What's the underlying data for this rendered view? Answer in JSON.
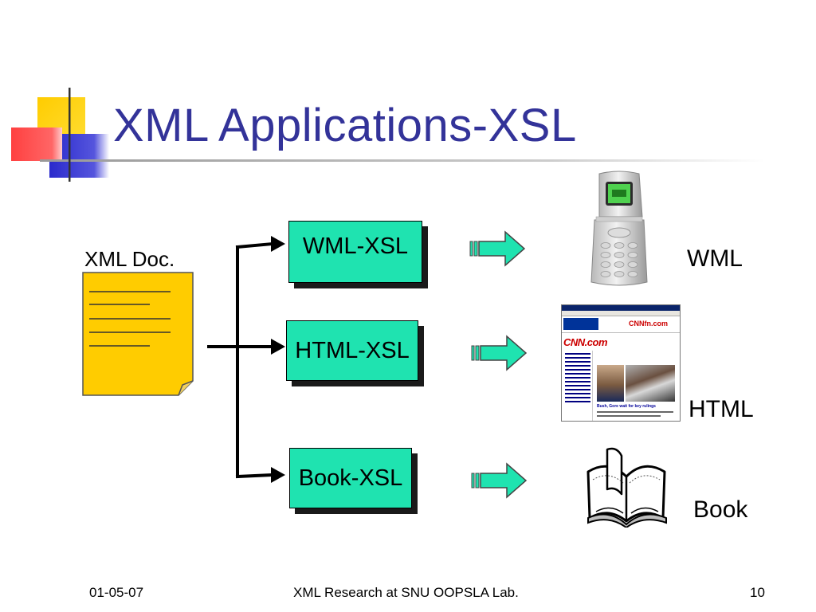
{
  "slide": {
    "title": "XML Applications-XSL",
    "source_label": "XML Doc.",
    "transforms": [
      {
        "label": "WML-XSL",
        "output": "WML",
        "device_icon": "mobile-phone-icon"
      },
      {
        "label": "HTML-XSL",
        "output": "HTML",
        "device_icon": "web-browser-screenshot"
      },
      {
        "label": "Book-XSL",
        "output": "Book",
        "device_icon": "open-book-icon"
      }
    ]
  },
  "browser": {
    "logo": "CNN.com",
    "headline": "Bush, Gore wait for key rulings"
  },
  "footer": {
    "date": "01-05-07",
    "center": "XML Research at SNU OOPSLA Lab.",
    "page_number": "10"
  },
  "colors": {
    "title": "#333399",
    "box_fill": "#1fe3b0",
    "doc_fill": "#ffcc00",
    "arrow_fill": "#1fe3b0",
    "deco_yellow": "#ffcc00",
    "deco_red": "#ff3333",
    "deco_blue": "#3333cc"
  }
}
